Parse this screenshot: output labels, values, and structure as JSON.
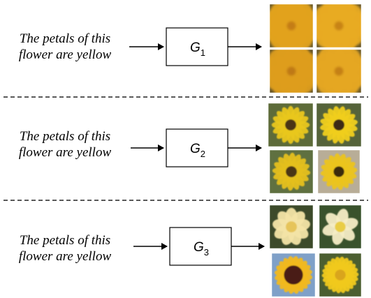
{
  "rows": [
    {
      "prompt_line1": "The petals of this",
      "prompt_line2": "flower are yellow",
      "generator_letter": "G",
      "generator_subscript": "1",
      "samples": [
        {
          "icon": "blurry-orange-flower",
          "petal": "#e2a21e",
          "center": "#c47d14",
          "bg": "#6b5a28",
          "petals": 10
        },
        {
          "icon": "blurry-orange-flower",
          "petal": "#e8ab24",
          "center": "#c88417",
          "bg": "#6a5828",
          "petals": 10
        },
        {
          "icon": "blurry-orange-flower",
          "petal": "#dd9d1d",
          "center": "#bf7913",
          "bg": "#665426",
          "petals": 10
        },
        {
          "icon": "blurry-orange-flower",
          "petal": "#e5a622",
          "center": "#c58016",
          "bg": "#6e5c29",
          "petals": 10
        }
      ]
    },
    {
      "prompt_line1": "The petals of this",
      "prompt_line2": "flower are yellow",
      "generator_letter": "G",
      "generator_subscript": "2",
      "samples": [
        {
          "icon": "yellow-daisy-dark-center",
          "petal": "#e9c71c",
          "center": "#4b3513",
          "bg": "#5d6b39",
          "petals": 16
        },
        {
          "icon": "yellow-daisy-dark-center",
          "petal": "#f0cf1e",
          "center": "#3e2c12",
          "bg": "#55633a",
          "petals": 16
        },
        {
          "icon": "yellow-daisy-dark-center",
          "petal": "#e5c01b",
          "center": "#4a3514",
          "bg": "#5f7040",
          "petals": 16
        },
        {
          "icon": "yellow-daisy-dark-center",
          "petal": "#ecc41a",
          "center": "#3b2a10",
          "bg": "#b8ad97",
          "petals": 16
        }
      ]
    },
    {
      "prompt_line1": "The petals of this",
      "prompt_line2": "flower are yellow",
      "generator_letter": "G",
      "generator_subscript": "3",
      "samples": [
        {
          "icon": "pale-yellow-flower",
          "petal": "#f3e4a6",
          "center": "#e6c45a",
          "bg": "#3c4a2a",
          "petals": 9
        },
        {
          "icon": "white-yellow-lily",
          "petal": "#f4ecc4",
          "center": "#e9cd45",
          "bg": "#39522c",
          "petals": 6
        },
        {
          "icon": "sunflower",
          "petal": "#f2b91b",
          "center": "#4a1f14",
          "bg": "#7fa0c8",
          "petals": 20
        },
        {
          "icon": "yellow-aster",
          "petal": "#f0c91f",
          "center": "#d9a51a",
          "bg": "#4b5e30",
          "petals": 22
        }
      ]
    }
  ]
}
